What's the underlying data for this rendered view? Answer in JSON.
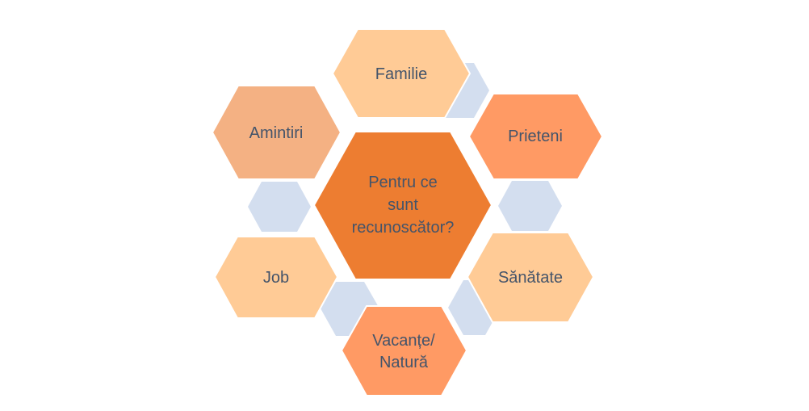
{
  "diagram": {
    "center": {
      "lines": [
        "Pentru ce",
        "sunt",
        "recunoscător?"
      ],
      "color": "#ED7D31"
    },
    "nodes": [
      {
        "label": "Familie",
        "color": "#FFCB96"
      },
      {
        "label": "Prieteni",
        "color": "#FF9A64"
      },
      {
        "label": "Sănătate",
        "color": "#FFCB96"
      },
      {
        "lines": [
          "Vacanțe/",
          "Natură"
        ],
        "color": "#FF9A64"
      },
      {
        "label": "Job",
        "color": "#FFCB96"
      },
      {
        "label": "Amintiri",
        "color": "#F4B183"
      }
    ],
    "connector_color": "#D3DEEF",
    "text_color": "#44546A"
  }
}
